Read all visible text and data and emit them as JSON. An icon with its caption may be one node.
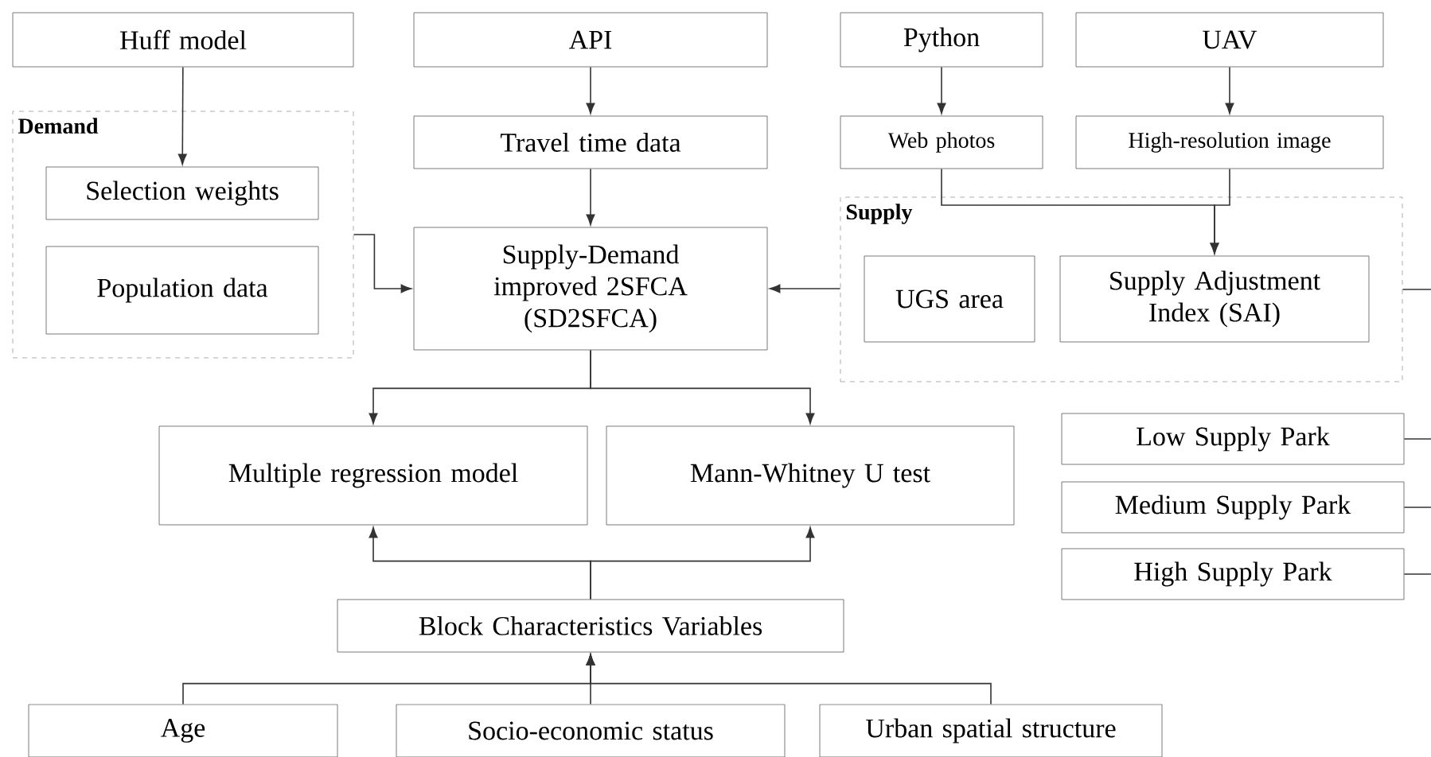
{
  "diagram": {
    "nodes": [
      {
        "text": [
          "Huff model"
        ]
      },
      {
        "text": [
          "API"
        ]
      },
      {
        "text": [
          "Python"
        ]
      },
      {
        "text": [
          "UAV"
        ]
      },
      {
        "text": [
          "Demand"
        ]
      },
      {
        "text": [
          "Selection weights"
        ],
        "in": 4
      },
      {
        "text": [
          "Population data"
        ],
        "in": 4
      },
      {
        "text": [
          "Travel time data"
        ]
      },
      {
        "text": [
          "Web photos"
        ]
      },
      {
        "text": [
          "High-resolution image"
        ]
      },
      {
        "text": [
          "Supply"
        ]
      },
      {
        "text": [
          "Supply-Demand improved 2SFCA (SD2SFCA)"
        ]
      },
      {
        "text": [
          "UGS area"
        ],
        "in": 10
      },
      {
        "text": [
          "Supply Adjustment Index (SAI)"
        ],
        "in": 10
      },
      {
        "text": [
          "Multiple regression model"
        ]
      },
      {
        "text": [
          "Mann-Whitney U test"
        ]
      },
      {
        "text": [
          "Low Supply Park"
        ]
      },
      {
        "text": [
          "Medium Supply Park"
        ]
      },
      {
        "text": [
          "High Supply Park"
        ]
      },
      {
        "text": [
          "Block Characteristics Variables"
        ]
      },
      {
        "text": [
          "Age"
        ]
      },
      {
        "text": [
          "Socio-economic status"
        ]
      },
      {
        "text": [
          "Urban spatial structure"
        ]
      }
    ],
    "edges": [
      {
        "from": 0,
        "to": 5,
        "arrow": "to"
      },
      {
        "from": 1,
        "to": 7,
        "arrow": "to"
      },
      {
        "from": 2,
        "to": 8,
        "arrow": "to"
      },
      {
        "from": 3,
        "to": 9,
        "arrow": "to"
      },
      {
        "from": 7,
        "to": 11,
        "arrow": "to"
      },
      {
        "from": 4,
        "to": 11,
        "arrow": "to"
      },
      {
        "from": 10,
        "to": 11,
        "arrow": "to"
      },
      {
        "from": 8,
        "to": 13,
        "arrow": "to"
      },
      {
        "from": 9,
        "to": 13,
        "arrow": "to"
      },
      {
        "from": 11,
        "to": 14,
        "arrow": "to"
      },
      {
        "from": 11,
        "to": 15,
        "arrow": "to"
      },
      {
        "from": 19,
        "to": 14,
        "arrow": "to"
      },
      {
        "from": 19,
        "to": 15,
        "arrow": "to"
      },
      {
        "from": 20,
        "to": 19,
        "arrow": "to"
      },
      {
        "from": 21,
        "to": 19,
        "arrow": "to"
      },
      {
        "from": 22,
        "to": 19,
        "arrow": "to"
      },
      {
        "from": 10,
        "to": null,
        "arrow": "none"
      },
      {
        "from": 16,
        "to": null,
        "arrow": "none"
      },
      {
        "from": 17,
        "to": null,
        "arrow": "none"
      },
      {
        "from": 18,
        "to": null,
        "arrow": "none"
      }
    ]
  }
}
